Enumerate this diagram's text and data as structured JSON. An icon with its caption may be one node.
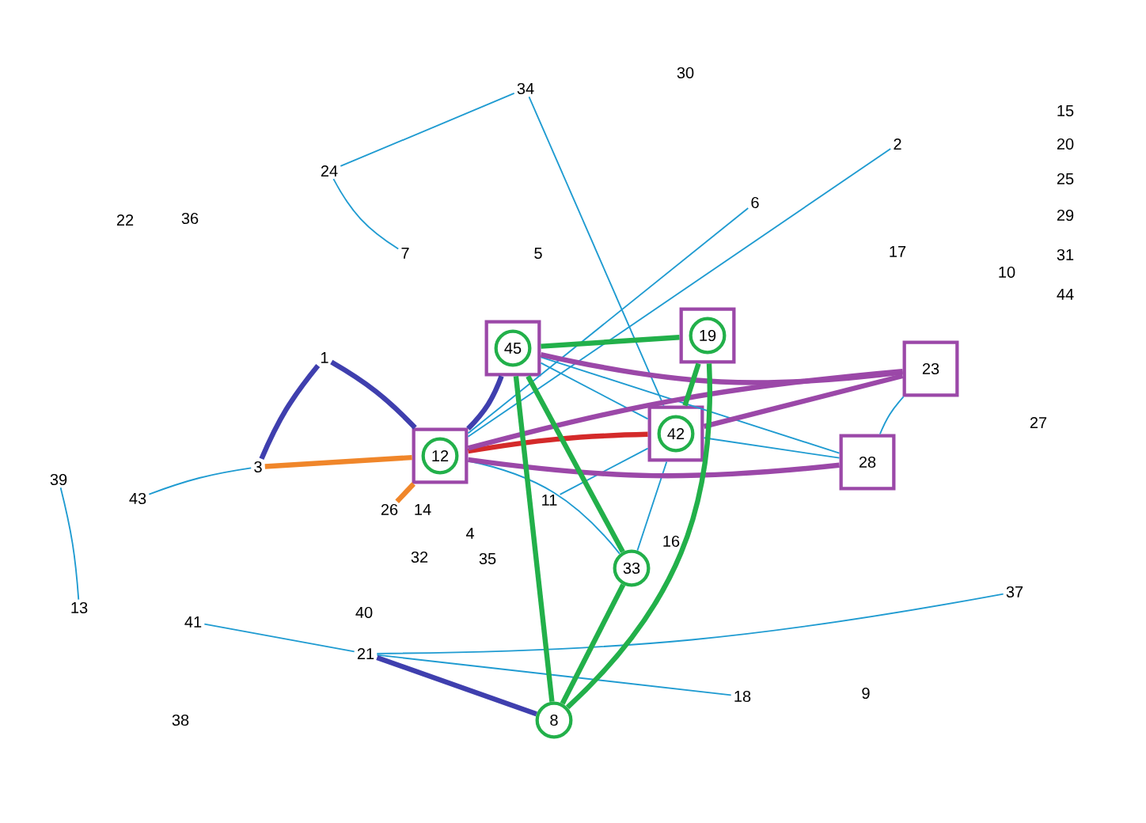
{
  "diagram": {
    "nodes": [
      {
        "text": [
          "1"
        ]
      },
      {
        "text": [
          "2"
        ]
      },
      {
        "text": [
          "3"
        ]
      },
      {
        "text": [
          "4"
        ]
      },
      {
        "text": [
          "5"
        ]
      },
      {
        "text": [
          "6"
        ]
      },
      {
        "text": [
          "7"
        ]
      },
      {
        "text": [],
        "shape": "circle"
      },
      {
        "text": [
          "8"
        ],
        "in": 7
      },
      {
        "text": [
          "9"
        ]
      },
      {
        "text": [
          "10"
        ]
      },
      {
        "text": [
          "11"
        ]
      },
      {
        "text": [],
        "shape": "box"
      },
      {
        "text": [],
        "shape": "circle",
        "in": 12
      },
      {
        "text": [
          "12"
        ],
        "in": 13
      },
      {
        "text": [
          "13"
        ]
      },
      {
        "text": [
          "14"
        ]
      },
      {
        "text": [
          "15"
        ]
      },
      {
        "text": [
          "16"
        ]
      },
      {
        "text": [
          "17"
        ]
      },
      {
        "text": [
          "18"
        ]
      },
      {
        "text": [],
        "shape": "box"
      },
      {
        "text": [],
        "shape": "circle",
        "in": 21
      },
      {
        "text": [
          "19"
        ],
        "in": 22
      },
      {
        "text": [
          "20"
        ]
      },
      {
        "text": [
          "21"
        ]
      },
      {
        "text": [
          "22"
        ]
      },
      {
        "text": [],
        "shape": "box"
      },
      {
        "text": [
          "23"
        ],
        "in": 27
      },
      {
        "text": [
          "24"
        ]
      },
      {
        "text": [
          "25"
        ]
      },
      {
        "text": [
          "26"
        ]
      },
      {
        "text": [
          "27"
        ]
      },
      {
        "text": [],
        "shape": "box"
      },
      {
        "text": [
          "28"
        ],
        "in": 33
      },
      {
        "text": [
          "29"
        ]
      },
      {
        "text": [
          "30"
        ]
      },
      {
        "text": [
          "31"
        ]
      },
      {
        "text": [
          "32"
        ]
      },
      {
        "text": [],
        "shape": "circle"
      },
      {
        "text": [
          "33"
        ],
        "in": 39
      },
      {
        "text": [
          "34"
        ]
      },
      {
        "text": [
          "35"
        ]
      },
      {
        "text": [
          "36"
        ]
      },
      {
        "text": [
          "37"
        ]
      },
      {
        "text": [
          "38"
        ]
      },
      {
        "text": [
          "39"
        ]
      },
      {
        "text": [
          "40"
        ]
      },
      {
        "text": [
          "41"
        ]
      },
      {
        "text": [],
        "shape": "box"
      },
      {
        "text": [],
        "shape": "circle",
        "in": 49
      },
      {
        "text": [
          "42"
        ],
        "in": 50
      },
      {
        "text": [
          "43"
        ]
      },
      {
        "text": [
          "44"
        ]
      },
      {
        "text": [],
        "shape": "box"
      },
      {
        "text": [],
        "shape": "circle",
        "in": 54
      },
      {
        "text": [
          "45"
        ],
        "in": 55
      }
    ],
    "edges": [
      {
        "from": 29,
        "to": 41,
        "arrow": "none"
      },
      {
        "from": 29,
        "to": 6,
        "arrow": "none"
      },
      {
        "from": 41,
        "to": 49,
        "arrow": "none"
      },
      {
        "from": 12,
        "to": 5,
        "arrow": "none"
      },
      {
        "from": 12,
        "to": 1,
        "arrow": "none"
      },
      {
        "from": 12,
        "to": 39,
        "arrow": "none"
      },
      {
        "from": 54,
        "to": 49,
        "arrow": "none"
      },
      {
        "from": 54,
        "to": 33,
        "arrow": "none"
      },
      {
        "from": 49,
        "to": 33,
        "arrow": "none"
      },
      {
        "from": 49,
        "to": 11,
        "arrow": "none"
      },
      {
        "from": 49,
        "to": 39,
        "arrow": "none"
      },
      {
        "from": 27,
        "to": 33,
        "arrow": "none"
      },
      {
        "from": 52,
        "to": 2,
        "arrow": "none"
      },
      {
        "from": 46,
        "to": 15,
        "arrow": "none"
      },
      {
        "from": 48,
        "to": 25,
        "arrow": "none"
      },
      {
        "from": 25,
        "to": 44,
        "arrow": "none"
      },
      {
        "from": 25,
        "to": 20,
        "arrow": "none"
      },
      {
        "from": 0,
        "to": 2,
        "arrow": "none",
        "style": "thick",
        "color": "#3f3fae"
      },
      {
        "from": 0,
        "to": 12,
        "arrow": "none",
        "style": "thick",
        "color": "#3f3fae"
      },
      {
        "from": 12,
        "to": 54,
        "arrow": "none",
        "style": "thick",
        "color": "#3f3fae"
      },
      {
        "from": 25,
        "to": 7,
        "arrow": "none",
        "style": "thick",
        "color": "#3f3fae"
      },
      {
        "from": 2,
        "to": 12,
        "arrow": "none",
        "style": "thick",
        "color": "#f0862a"
      },
      {
        "from": 31,
        "to": 12,
        "arrow": "none",
        "style": "thick",
        "color": "#f0862a"
      },
      {
        "from": 12,
        "to": 49,
        "arrow": "none",
        "style": "thick",
        "color": "#d42a2a"
      },
      {
        "from": 54,
        "to": 27,
        "arrow": "none",
        "style": "thick",
        "color": "#9b48a8"
      },
      {
        "from": 12,
        "to": 27,
        "arrow": "none",
        "style": "thick",
        "color": "#9b48a8"
      },
      {
        "from": 49,
        "to": 27,
        "arrow": "none",
        "style": "thick",
        "color": "#9b48a8"
      },
      {
        "from": 12,
        "to": 33,
        "arrow": "none",
        "style": "thick",
        "color": "#9b48a8"
      },
      {
        "from": 54,
        "to": 21,
        "arrow": "none",
        "style": "thick",
        "color": "#22b04a"
      },
      {
        "from": 54,
        "to": 7,
        "arrow": "none",
        "style": "thick",
        "color": "#22b04a"
      },
      {
        "from": 54,
        "to": 39,
        "arrow": "none",
        "style": "thick",
        "color": "#22b04a"
      },
      {
        "from": 21,
        "to": 49,
        "arrow": "none",
        "style": "thick",
        "color": "#22b04a"
      },
      {
        "from": 21,
        "to": 7,
        "arrow": "none",
        "style": "thick",
        "color": "#22b04a"
      },
      {
        "from": 39,
        "to": 7,
        "arrow": "none",
        "style": "thick",
        "color": "#22b04a"
      }
    ]
  }
}
